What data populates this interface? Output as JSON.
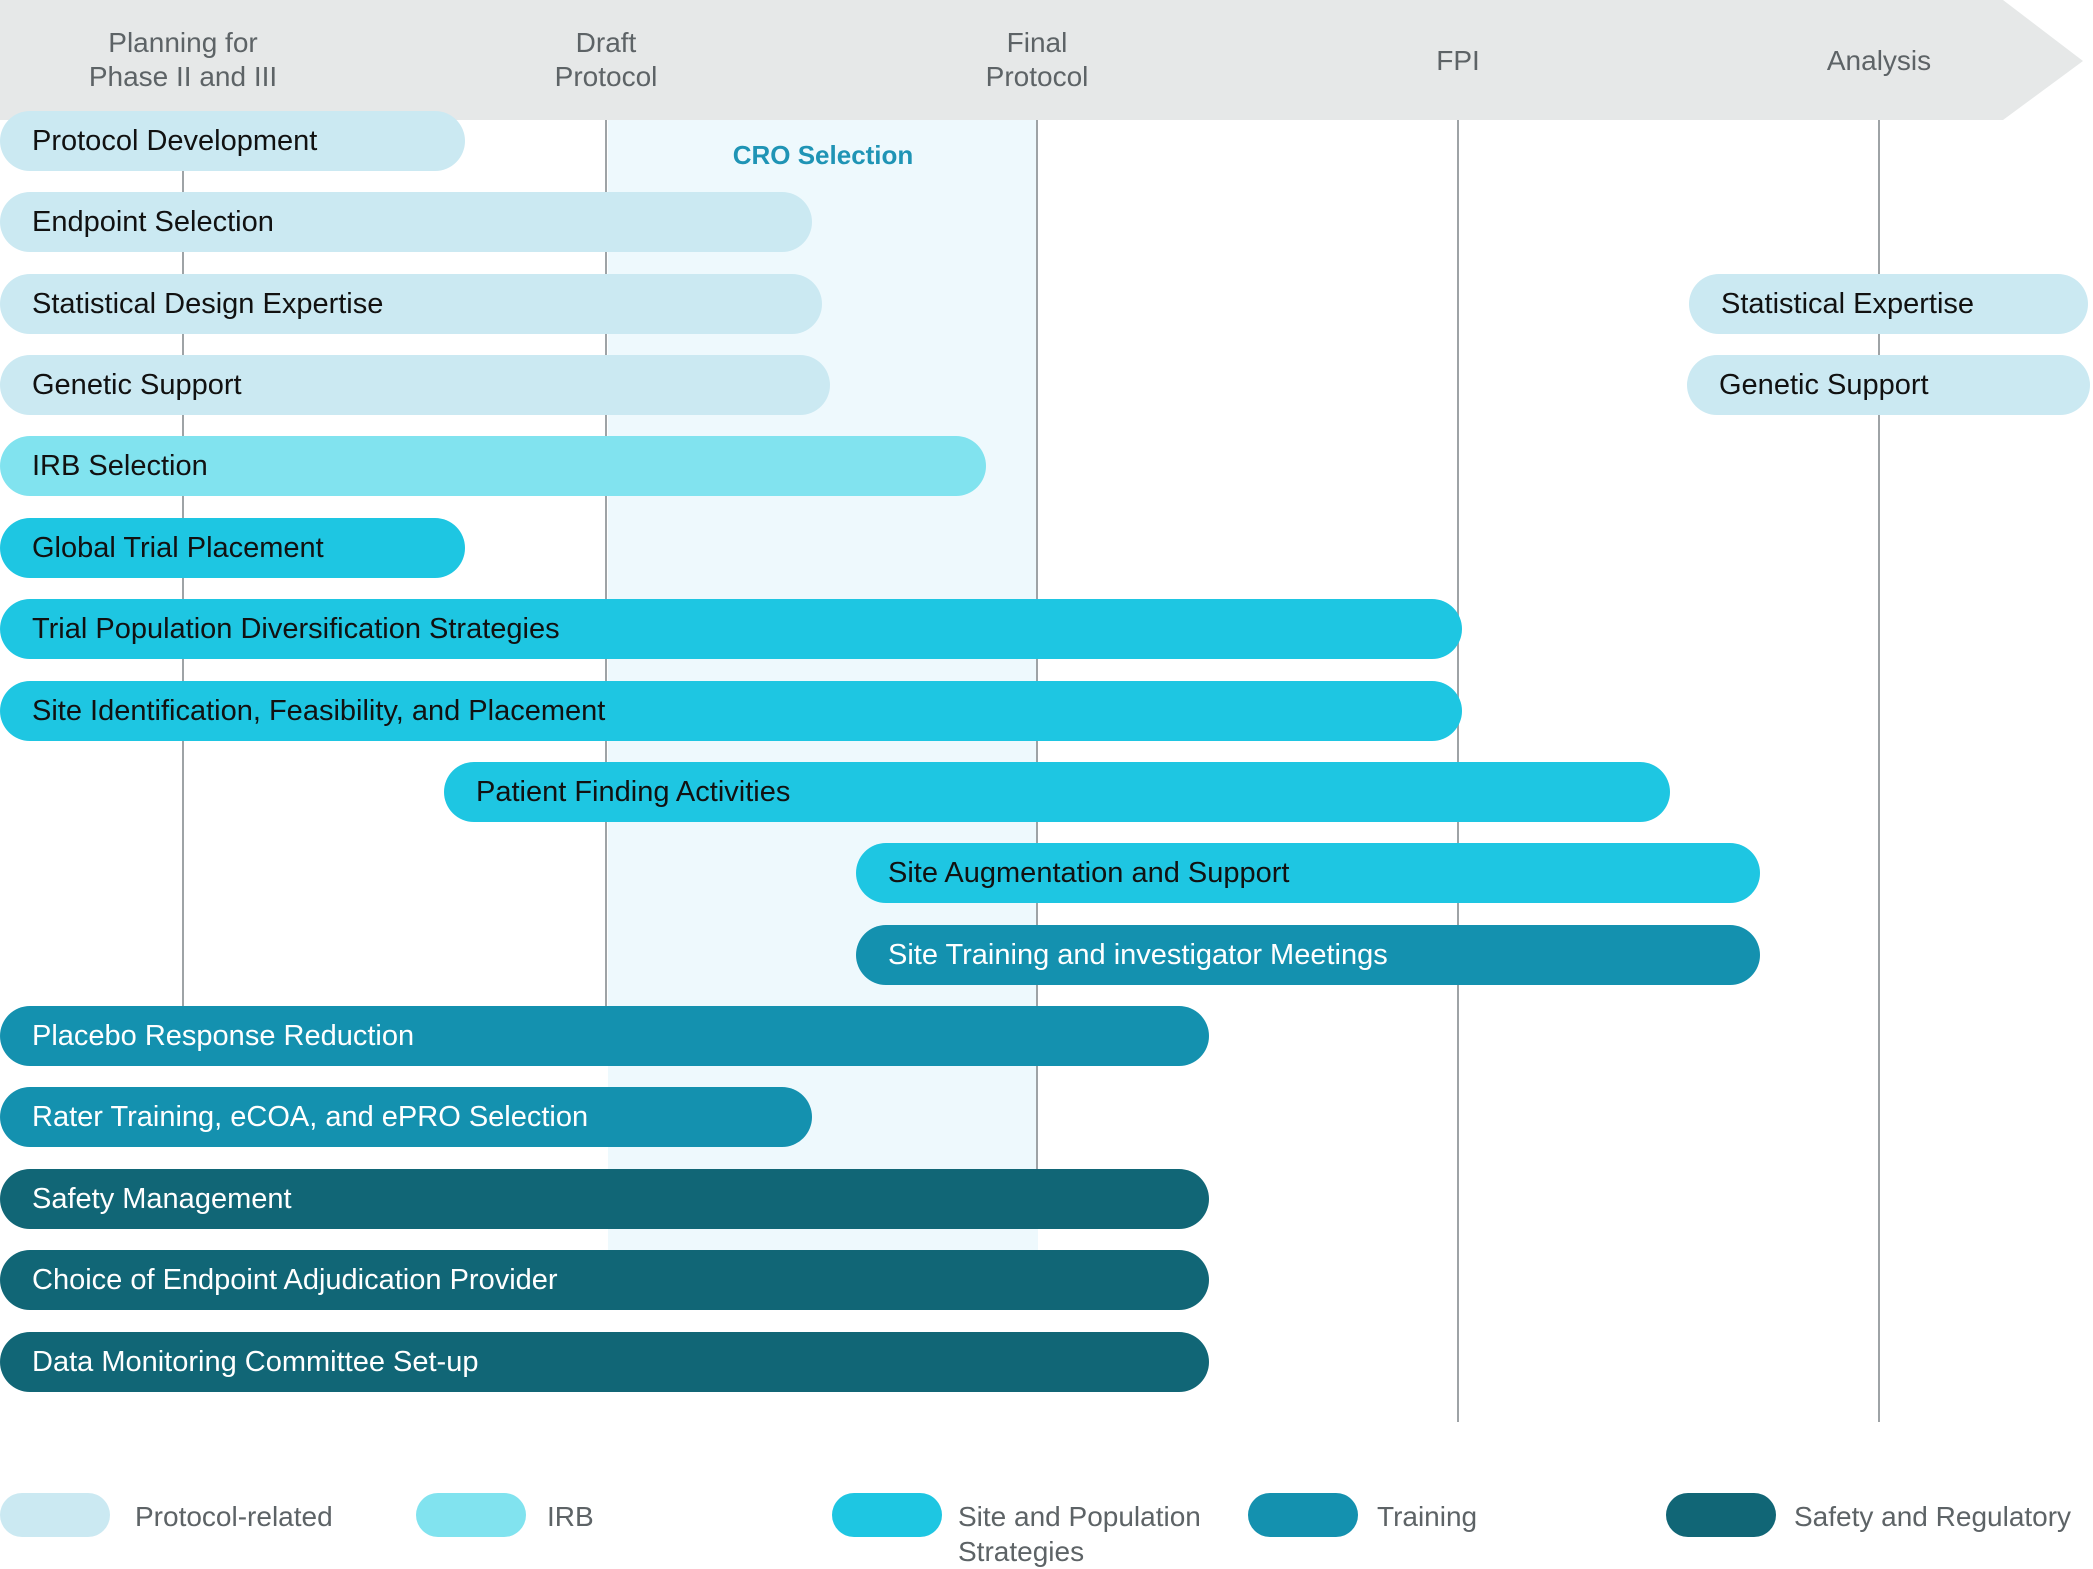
{
  "colors": {
    "protocol": "#cbe9f2",
    "irb": "#81e3ef",
    "site": "#1ec6e2",
    "training": "#1491af",
    "safety": "#116676",
    "header_band": "#e6e8e8",
    "cro_band": "#eef9fd",
    "cro_text": "#1f94b5"
  },
  "phases": [
    {
      "id": "planning",
      "label": "Planning for\nPhase II and III"
    },
    {
      "id": "draft",
      "label": "Draft\nProtocol"
    },
    {
      "id": "final",
      "label": "Final\nProtocol"
    },
    {
      "id": "fpi",
      "label": "FPI"
    },
    {
      "id": "analysis",
      "label": "Analysis"
    }
  ],
  "cro": {
    "label": "CRO Selection"
  },
  "activities": [
    {
      "label": "Protocol Development",
      "category": "protocol"
    },
    {
      "label": "Endpoint Selection",
      "category": "protocol"
    },
    {
      "label": "Statistical Design Expertise",
      "category": "protocol"
    },
    {
      "label": "Statistical Expertise",
      "category": "protocol"
    },
    {
      "label": "Genetic Support",
      "category": "protocol"
    },
    {
      "label": "Genetic Support",
      "category": "protocol"
    },
    {
      "label": "IRB Selection",
      "category": "irb"
    },
    {
      "label": "Global Trial Placement",
      "category": "site"
    },
    {
      "label": "Trial Population Diversification Strategies",
      "category": "site"
    },
    {
      "label": "Site Identification, Feasibility, and Placement",
      "category": "site"
    },
    {
      "label": "Patient Finding Activities",
      "category": "site"
    },
    {
      "label": "Site Augmentation and Support",
      "category": "site"
    },
    {
      "label": "Site Training and investigator Meetings",
      "category": "training"
    },
    {
      "label": "Placebo Response Reduction",
      "category": "training"
    },
    {
      "label": "Rater Training, eCOA, and ePRO Selection",
      "category": "training"
    },
    {
      "label": "Safety Management",
      "category": "safety"
    },
    {
      "label": "Choice of Endpoint Adjudication Provider",
      "category": "safety"
    },
    {
      "label": "Data Monitoring Committee Set-up",
      "category": "safety"
    }
  ],
  "legend": [
    {
      "label": "Protocol-related",
      "category": "protocol"
    },
    {
      "label": "IRB",
      "category": "irb"
    },
    {
      "label": "Site and Population\nStrategies",
      "category": "site"
    },
    {
      "label": "Training",
      "category": "training"
    },
    {
      "label": "Safety and Regulatory",
      "category": "safety"
    }
  ]
}
